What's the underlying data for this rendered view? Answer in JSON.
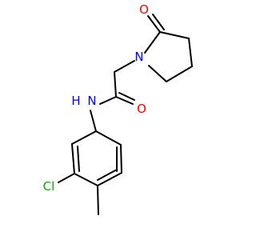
{
  "molecule": {
    "atoms": {
      "oxygen_lactam": "O",
      "nitrogen_ring": "N",
      "nitrogen_amide": "N",
      "hydrogen_amide": "H",
      "oxygen_amide": "O",
      "chlorine": "Cl"
    },
    "colors": {
      "bond": "#000000",
      "oxygen": "#ff0000",
      "nitrogen": "#0000ff",
      "chlorine": "#00aa00"
    }
  }
}
